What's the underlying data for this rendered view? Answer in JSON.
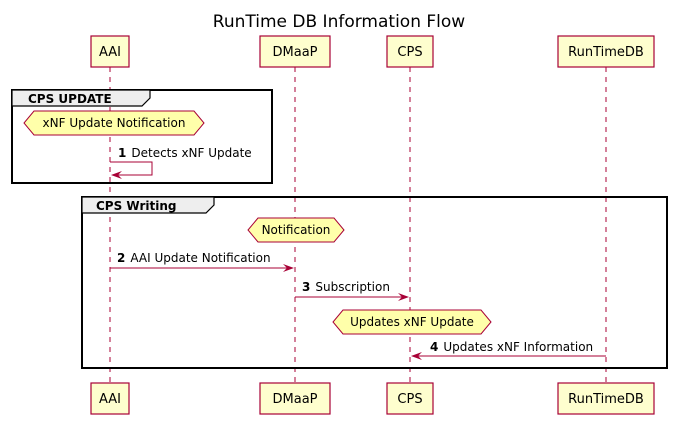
{
  "title": "RunTime DB Information Flow",
  "participants": [
    "AAI",
    "DMaaP",
    "CPS",
    "RunTimeDB"
  ],
  "groups": {
    "cps_update": {
      "label": "CPS UPDATE"
    },
    "cps_writing": {
      "label": "CPS Writing"
    }
  },
  "notes": {
    "xnf_update_notification": "xNF Update Notification",
    "notification": "Notification",
    "updates_xnf_update": "Updates xNF Update"
  },
  "messages": [
    {
      "num": "1",
      "label": "Detects xNF Update",
      "from": "AAI",
      "to": "AAI"
    },
    {
      "num": "2",
      "label": "AAI Update Notification",
      "from": "AAI",
      "to": "DMaaP"
    },
    {
      "num": "3",
      "label": "Subscription",
      "from": "DMaaP",
      "to": "CPS"
    },
    {
      "num": "4",
      "label": "Updates xNF Information",
      "from": "RunTimeDB",
      "to": "CPS"
    }
  ]
}
